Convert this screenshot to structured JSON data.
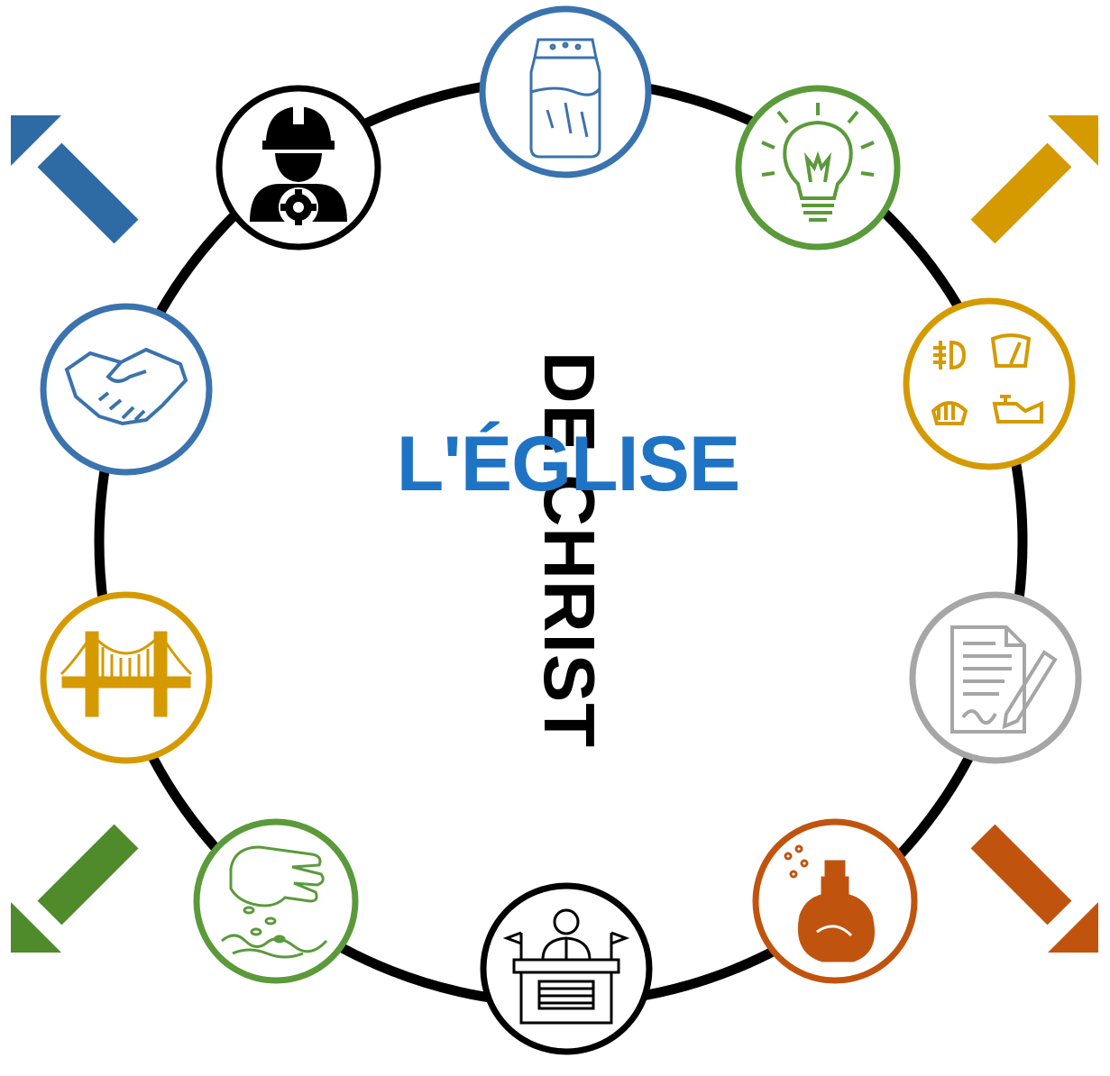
{
  "title": {
    "vertical_text": "DE CHRIST",
    "horizontal_text": "L'ÉGLISE",
    "vertical_color": "#000000",
    "horizontal_color": "#1f73c4"
  },
  "ring_color": "#000000",
  "nodes": [
    {
      "icon": "salt-shaker-icon",
      "color": "#3a73ad"
    },
    {
      "icon": "light-bulb-icon",
      "color": "#5a9a3a"
    },
    {
      "icon": "car-dashboard-symbols-icon",
      "color": "#d59a00"
    },
    {
      "icon": "signed-document-icon",
      "color": "#a6a6a6"
    },
    {
      "icon": "perfume-bottle-icon",
      "color": "#c0540f"
    },
    {
      "icon": "ambassador-desk-icon",
      "color": "#000000"
    },
    {
      "icon": "sowing-hand-icon",
      "color": "#5a9a3a"
    },
    {
      "icon": "bridge-icon",
      "color": "#d59a00"
    },
    {
      "icon": "handshake-icon",
      "color": "#3a73ad"
    },
    {
      "icon": "worker-gear-icon",
      "color": "#000000"
    }
  ],
  "arrows": [
    {
      "name": "arrow-up-left",
      "color": "#2e6aa3"
    },
    {
      "name": "arrow-up-right",
      "color": "#d49a00"
    },
    {
      "name": "arrow-down-left",
      "color": "#4f8a2b"
    },
    {
      "name": "arrow-down-right",
      "color": "#c0540f"
    }
  ]
}
